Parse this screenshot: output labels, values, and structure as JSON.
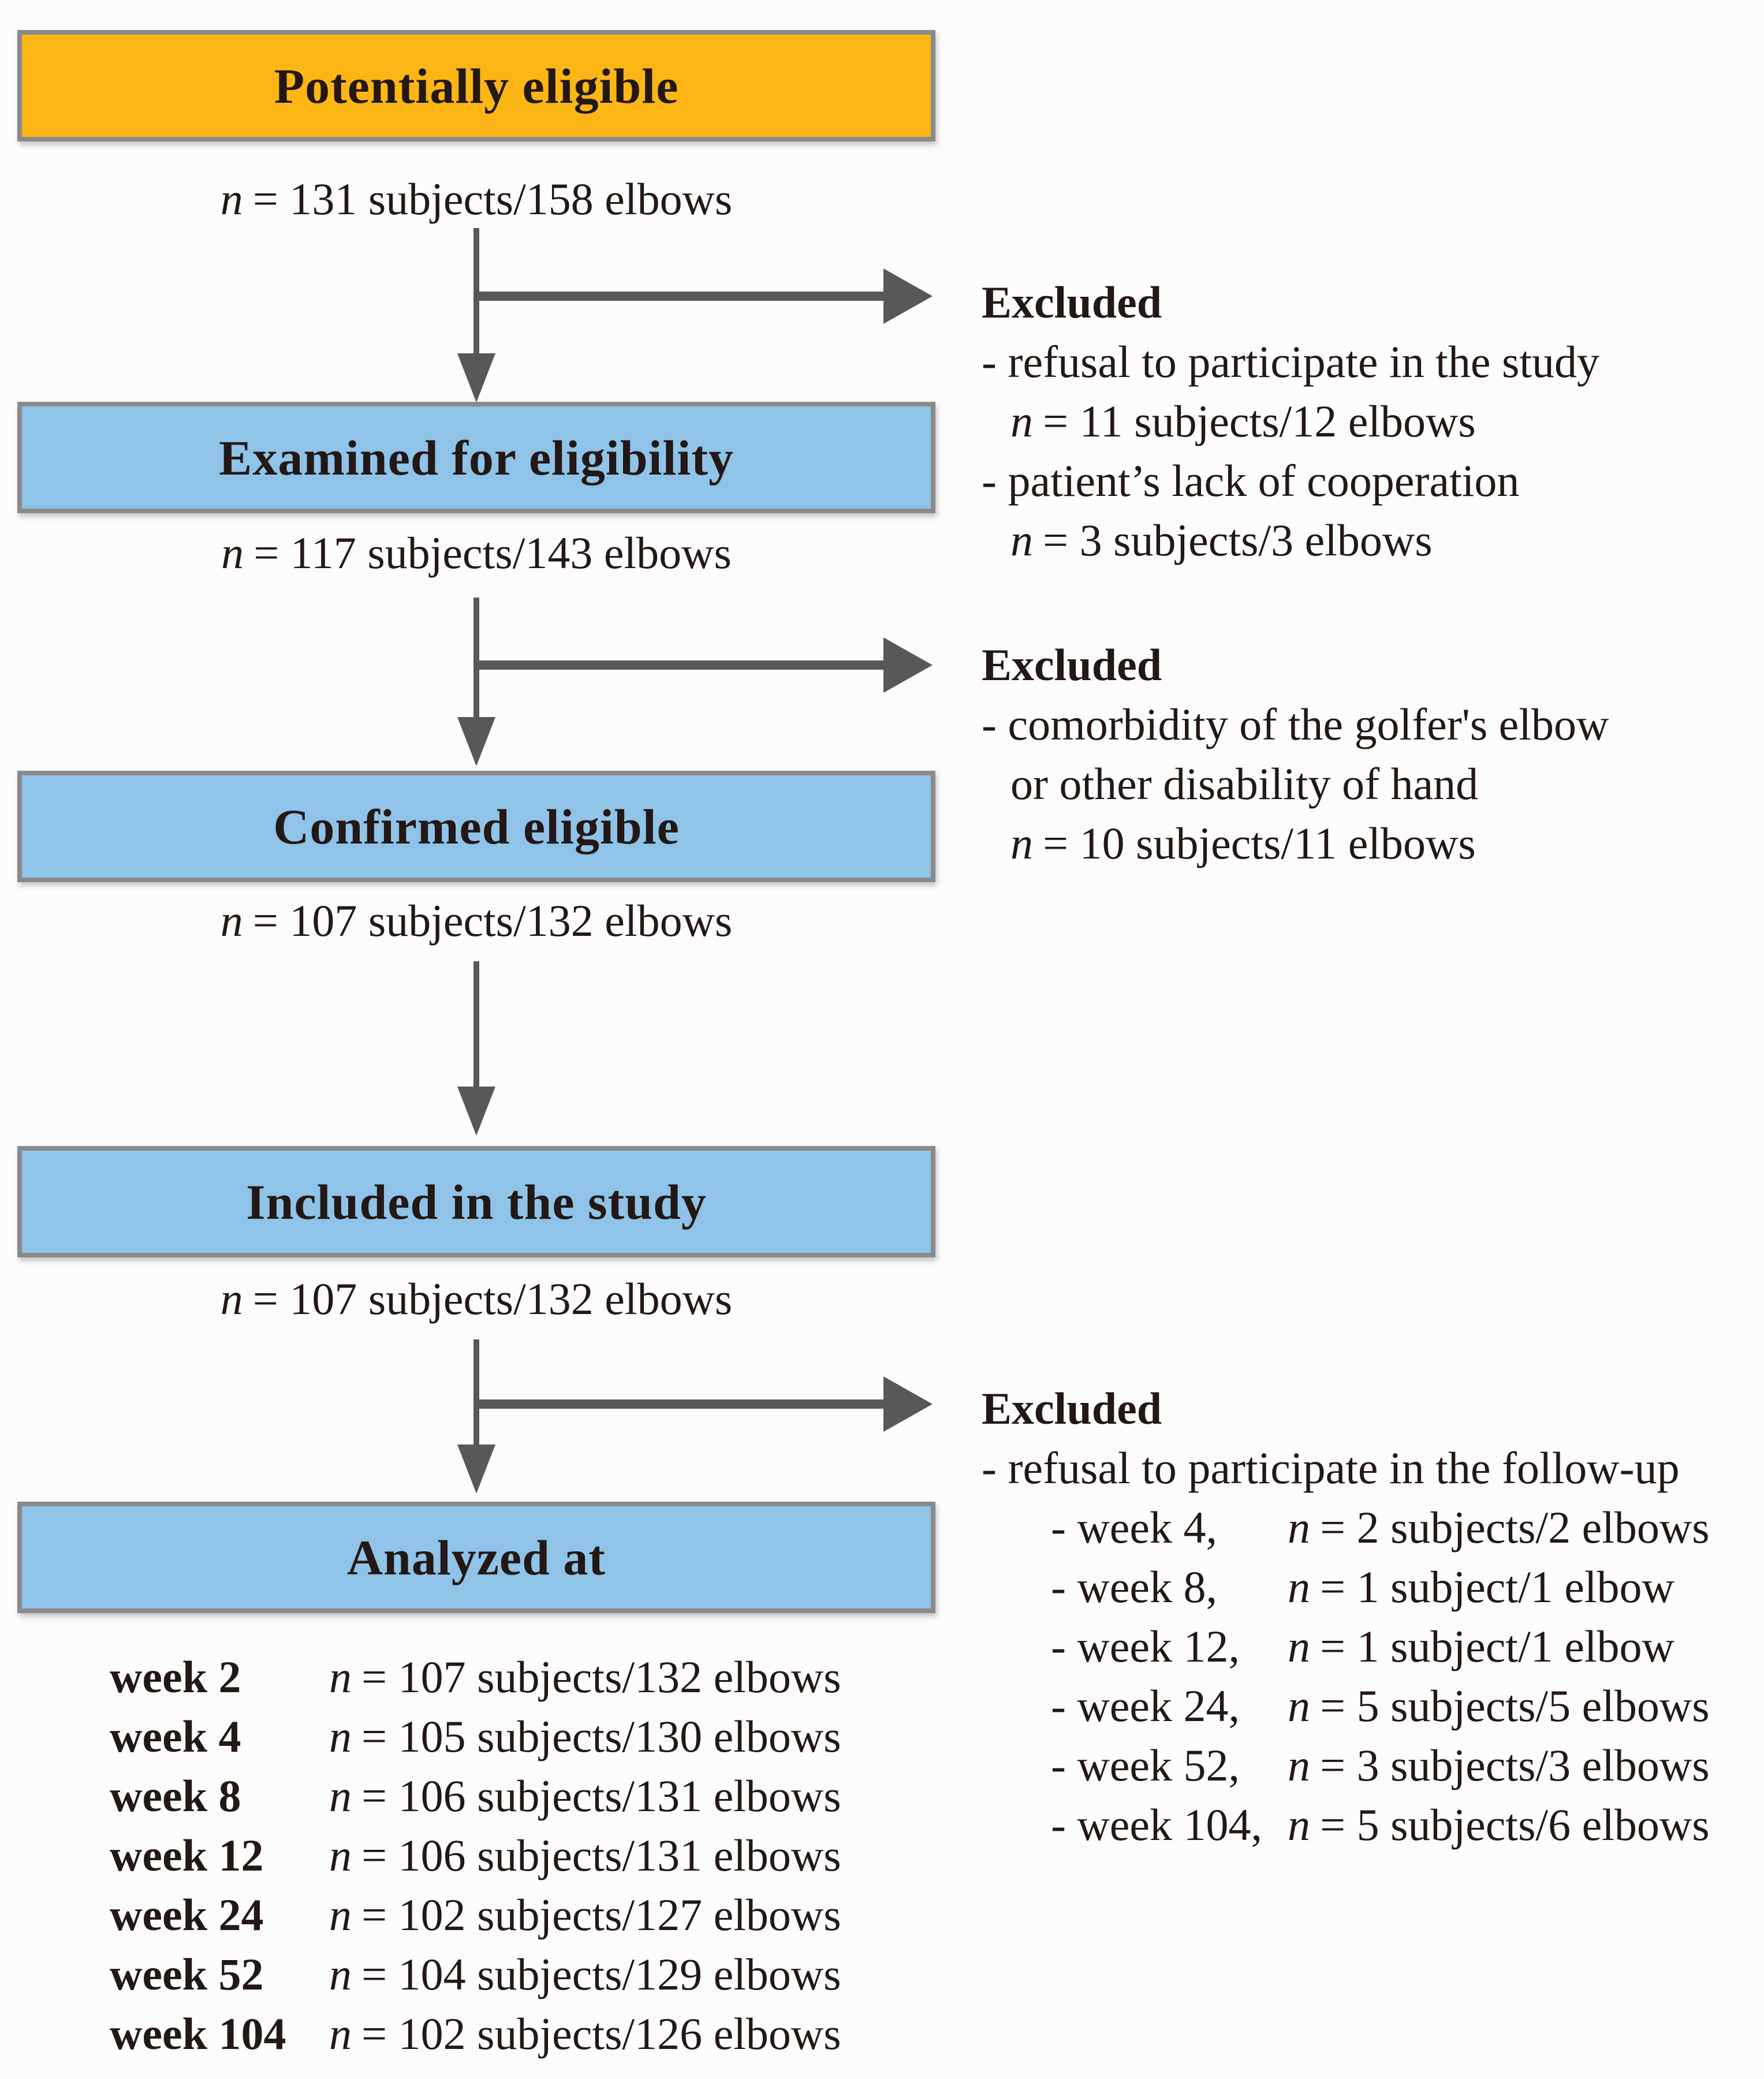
{
  "colors": {
    "accent_orange": "#fbb615",
    "accent_blue": "#8fc3e8",
    "box_border_gray": "#8a8a8a",
    "arrow_gray": "#595757",
    "text": "#231815",
    "background": "#fcfcfc"
  },
  "flow": {
    "boxes": [
      {
        "title": "Potentially eligible",
        "stat_n": "n",
        "stat_rest": "= 131 subjects/158 elbows"
      },
      {
        "title": "Examined for eligibility",
        "stat_n": "n",
        "stat_rest": "= 117 subjects/143 elbows"
      },
      {
        "title": "Confirmed eligible",
        "stat_n": "n",
        "stat_rest": "= 107 subjects/132 elbows"
      },
      {
        "title": "Included in the study",
        "stat_n": "n",
        "stat_rest": "= 107 subjects/132 elbows"
      },
      {
        "title": "Analyzed at"
      }
    ],
    "analyzed_rows": [
      {
        "label": "week 2",
        "n": "n",
        "rest": "= 107 subjects/132 elbows"
      },
      {
        "label": "week 4",
        "n": "n",
        "rest": "= 105 subjects/130 elbows"
      },
      {
        "label": "week 8",
        "n": "n",
        "rest": "= 106 subjects/131 elbows"
      },
      {
        "label": "week 12",
        "n": "n",
        "rest": "= 106 subjects/131 elbows"
      },
      {
        "label": "week 24",
        "n": "n",
        "rest": "= 102 subjects/127 elbows"
      },
      {
        "label": "week 52",
        "n": "n",
        "rest": "= 104 subjects/129 elbows"
      },
      {
        "label": "week 104",
        "n": "n",
        "rest": "= 102 subjects/126 elbows"
      }
    ]
  },
  "excluded1": {
    "heading": "Excluded",
    "item1": "- refusal to participate in the study",
    "item1_n": "n",
    "item1_rest": "= 11 subjects/12 elbows",
    "item2": "- patient’s lack of cooperation",
    "item2_n": "n",
    "item2_rest": "= 3 subjects/3 elbows"
  },
  "excluded2": {
    "heading": "Excluded",
    "item1_line1": "- comorbidity of the golfer's elbow",
    "item1_line2": "or other disability of hand",
    "item1_n": "n",
    "item1_rest": "= 10 subjects/11 elbows"
  },
  "excluded3": {
    "heading": "Excluded",
    "intro": "- refusal to participate in the follow-up",
    "weeks": [
      {
        "label": "- week 4,",
        "n": "n",
        "rest": "= 2 subjects/2 elbows"
      },
      {
        "label": "- week 8,",
        "n": "n",
        "rest": "= 1 subject/1 elbow"
      },
      {
        "label": "- week 12,",
        "n": "n",
        "rest": "= 1 subject/1 elbow"
      },
      {
        "label": "- week 24,",
        "n": "n",
        "rest": "= 5 subjects/5 elbows"
      },
      {
        "label": "- week 52,",
        "n": "n",
        "rest": "= 3 subjects/3 elbows"
      },
      {
        "label": "- week 104,",
        "n": "n",
        "rest": "= 5 subjects/6 elbows"
      }
    ]
  }
}
